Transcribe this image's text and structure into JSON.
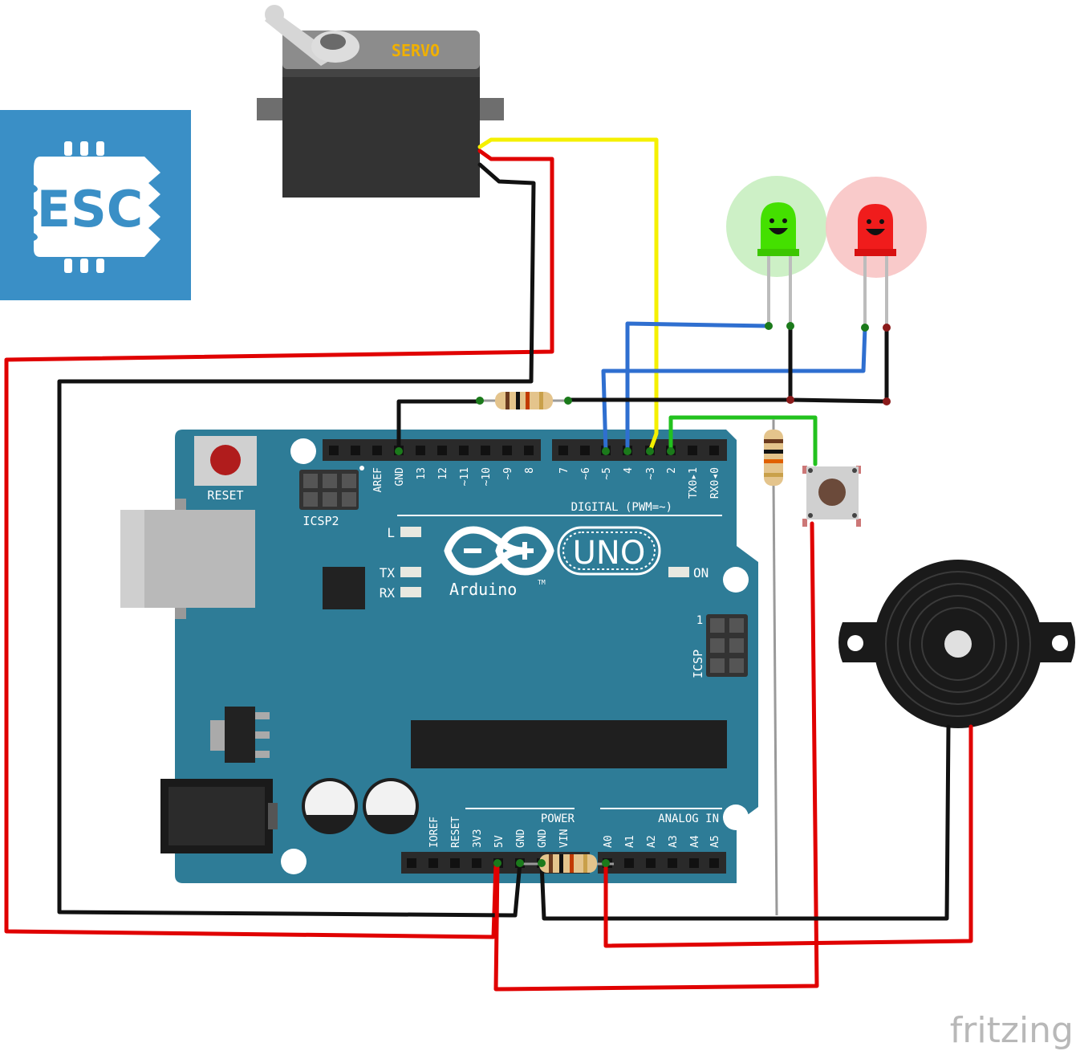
{
  "logo": {
    "text": "ESC"
  },
  "servo": {
    "label": "SERVO"
  },
  "board": {
    "reset_label": "RESET",
    "icsp2_label": "ICSP2",
    "icsp_label": "ICSP",
    "icsp_pin1": "1",
    "led_l": "L",
    "led_tx": "TX",
    "led_rx": "RX",
    "led_on": "ON",
    "brand": "Arduino",
    "trademark": "TM",
    "model": "UNO",
    "digital_label": "DIGITAL (PWM=~)",
    "power_label": "POWER",
    "analog_label": "ANALOG IN",
    "digital_pins": [
      "AREF",
      "GND",
      "13",
      "12",
      "~11",
      "~10",
      "~9",
      "8",
      "7",
      "~6",
      "~5",
      "4",
      "~3",
      "2",
      "TX0▸1",
      "RX0◂0"
    ],
    "power_pins": [
      "IOREF",
      "RESET",
      "3V3",
      "5V",
      "GND",
      "GND",
      "VIN"
    ],
    "analog_pins": [
      "A0",
      "A1",
      "A2",
      "A3",
      "A4",
      "A5"
    ]
  },
  "watermark": "fritzing",
  "colors": {
    "board": "#2e7c97",
    "logo_bg": "#3a8fc6",
    "wire_red": "#e00000",
    "wire_black": "#111111",
    "wire_blue": "#2f6fd0",
    "wire_yellow": "#f5f000",
    "wire_green": "#22c21e",
    "led_green": "#44e000",
    "led_red": "#f01c1c"
  }
}
